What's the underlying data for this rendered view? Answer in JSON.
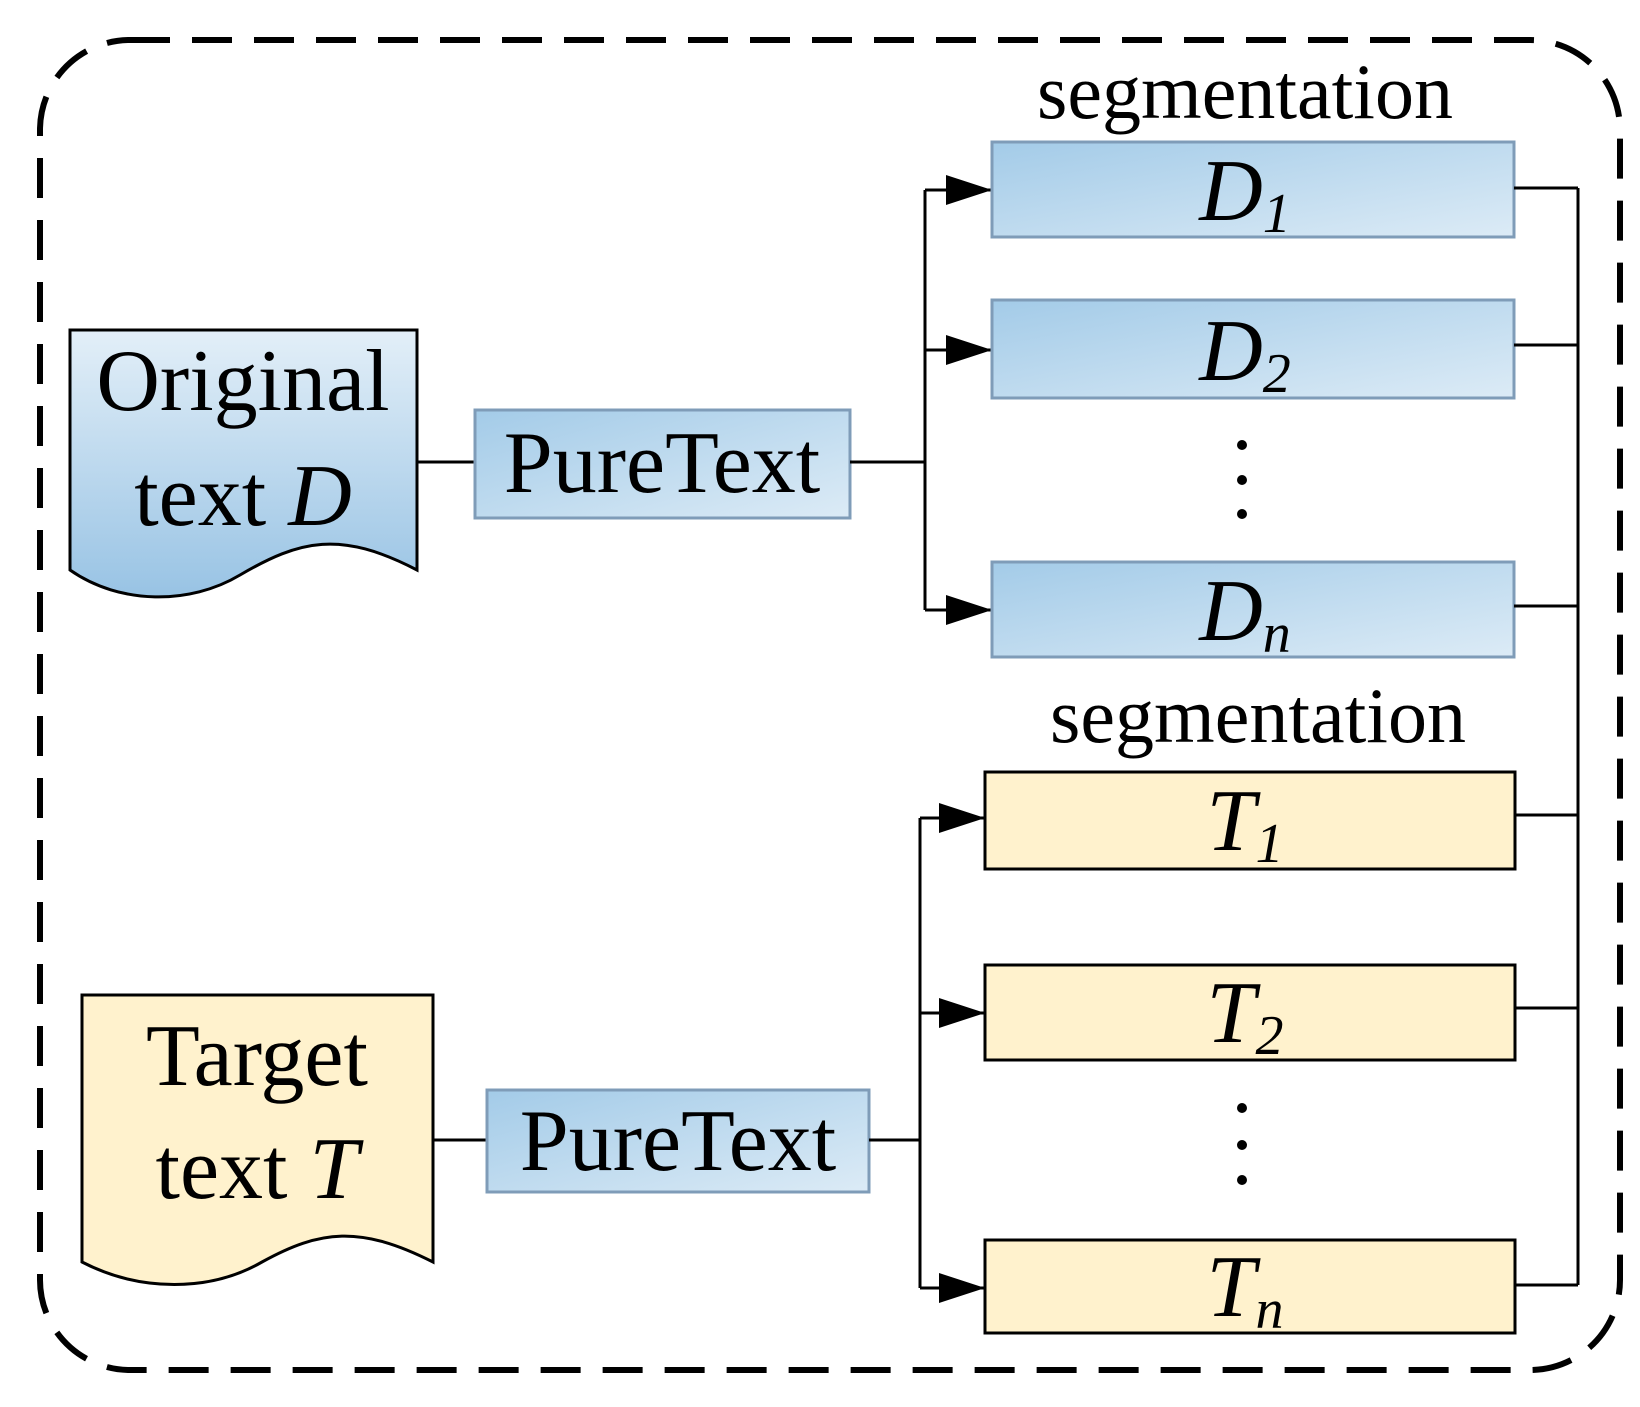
{
  "colors": {
    "blue_fill_top": "#a3cbe8",
    "blue_fill_bottom": "#dcebf6",
    "blue_stroke": "#7f9cb8",
    "yellow_fill": "#fff2cd",
    "line": "#000000"
  },
  "top_group": {
    "source": {
      "line1": "Original",
      "line2_prefix": "text ",
      "line2_var": "D"
    },
    "process": {
      "label": "PureText"
    },
    "heading": "segmentation",
    "segments": [
      {
        "var": "D",
        "sub": "1"
      },
      {
        "var": "D",
        "sub": "2"
      },
      {
        "var": "D",
        "sub": "n"
      }
    ]
  },
  "bottom_group": {
    "source": {
      "line1": "Target",
      "line2_prefix": "text ",
      "line2_var": "T"
    },
    "process": {
      "label": "PureText"
    },
    "heading": "segmentation",
    "segments": [
      {
        "var": "T",
        "sub": "1"
      },
      {
        "var": "T",
        "sub": "2"
      },
      {
        "var": "T",
        "sub": "n"
      }
    ]
  }
}
